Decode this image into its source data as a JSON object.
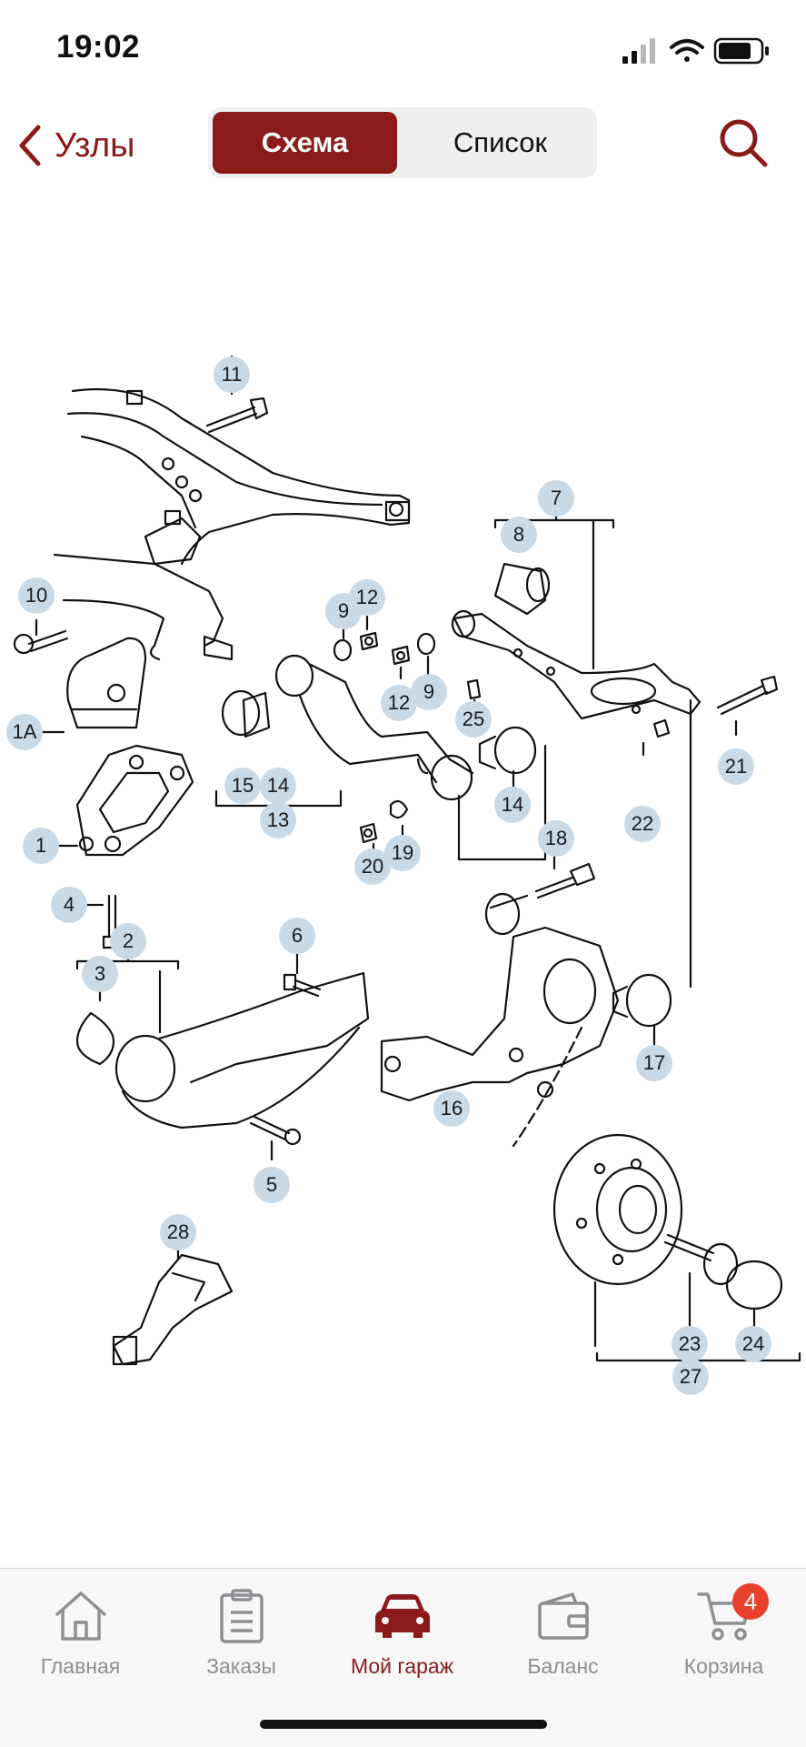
{
  "status_bar": {
    "time": "19:02"
  },
  "nav": {
    "back_label": "Узлы",
    "segments": {
      "active": "Схема",
      "inactive": "Список"
    }
  },
  "diagram": {
    "callouts": [
      "11",
      "7",
      "8",
      "10",
      "9",
      "12",
      "12",
      "9",
      "25",
      "1A",
      "21",
      "15",
      "14",
      "13",
      "14",
      "22",
      "1",
      "20",
      "19",
      "18",
      "4",
      "2",
      "6",
      "3",
      "17",
      "16",
      "5",
      "28",
      "23",
      "24",
      "27"
    ]
  },
  "tabbar": {
    "items": [
      {
        "label": "Главная",
        "icon": "home-icon"
      },
      {
        "label": "Заказы",
        "icon": "clipboard-icon"
      },
      {
        "label": "Мой гараж",
        "icon": "car-icon"
      },
      {
        "label": "Баланс",
        "icon": "wallet-icon"
      },
      {
        "label": "Корзина",
        "icon": "cart-icon"
      }
    ],
    "cart_badge": "4"
  },
  "colors": {
    "accent": "#8b1a1a",
    "callout_bg": "#c9d9e6",
    "badge": "#e8412c",
    "inactive_tab": "#8e8e93"
  }
}
